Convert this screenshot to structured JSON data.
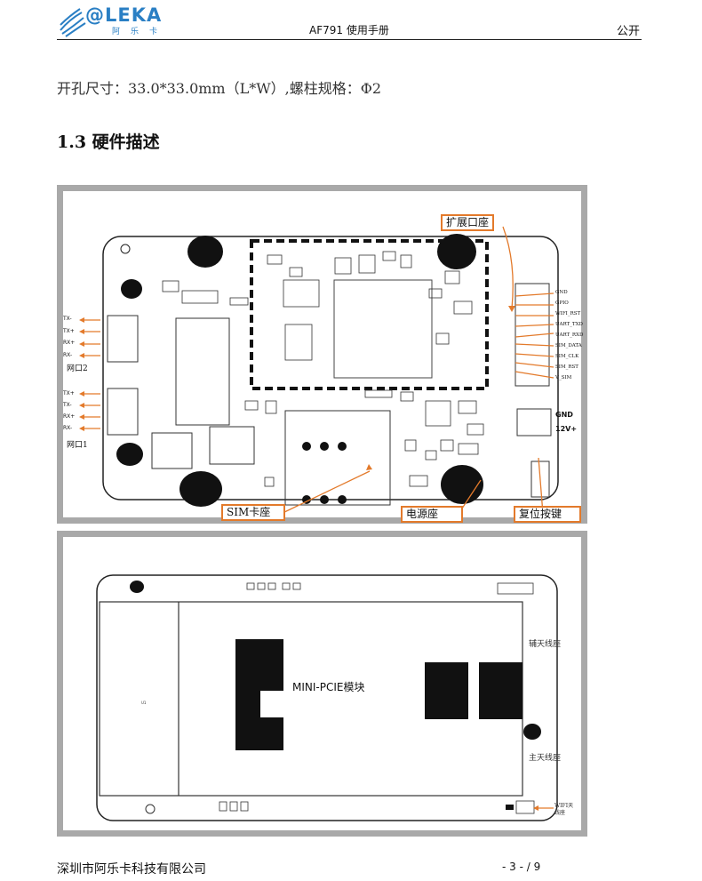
{
  "header": {
    "logo_text": "@LEKA",
    "logo_sub": "阿乐卡",
    "doc_title": "AF791 使用手册",
    "classification": "公开"
  },
  "body": {
    "paragraph": "开孔尺寸：33.0*33.0mm（L*W）,螺柱规格：Φ2",
    "section_heading": "1.3 硬件描述"
  },
  "figure_top": {
    "callouts": {
      "expansion": "扩展口座",
      "sim": "SIM卡座",
      "power": "电源座",
      "reset": "复位按键"
    },
    "port2_pins": [
      "TX-",
      "TX+",
      "RX+",
      "RX-"
    ],
    "port2_label": "网口2",
    "port1_pins": [
      "TX+",
      "TX-",
      "RX+",
      "RX-"
    ],
    "port1_label": "网口1",
    "expansion_pins": [
      "GND",
      "GPIO",
      "WIFI_RST",
      "UART_TXD",
      "UART_RXD",
      "SIM_DATA",
      "SIM_CLK",
      "SIM_RST",
      "V_SIM"
    ],
    "power_pins": [
      "GND",
      "12V+"
    ]
  },
  "figure_bottom": {
    "module_label": "MINI-PCIE模块",
    "aux_antenna": "辅天线座",
    "main_antenna": "主天线座",
    "wifi_antenna": "WIFI天线座"
  },
  "colors": {
    "brand": "#2a7fc4",
    "callout": "#e37a2b",
    "frame": "#a9a9a9"
  },
  "footer": {
    "company": "深圳市阿乐卡科技有限公司",
    "page": "- 3 - / 9"
  }
}
